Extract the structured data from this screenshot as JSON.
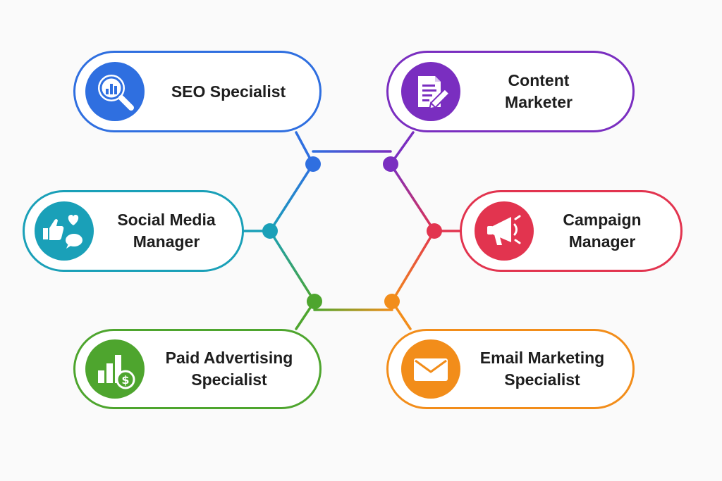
{
  "roles": {
    "seo": {
      "label": "SEO Specialist",
      "color": "#2f6fe0",
      "icon": "search-analytics-icon"
    },
    "content": {
      "label": "Content\nMarketer",
      "color": "#7a2ec0",
      "icon": "document-edit-icon"
    },
    "social": {
      "label": "Social Media\nManager",
      "color": "#1aa0b8",
      "icon": "social-like-icon"
    },
    "campaign": {
      "label": "Campaign\nManager",
      "color": "#e2344f",
      "icon": "megaphone-icon"
    },
    "paid": {
      "label": "Paid Advertising\nSpecialist",
      "color": "#4ea52e",
      "icon": "growth-dollar-icon"
    },
    "email": {
      "label": "Email Marketing\nSpecialist",
      "color": "#f28d1a",
      "icon": "envelope-icon"
    }
  }
}
